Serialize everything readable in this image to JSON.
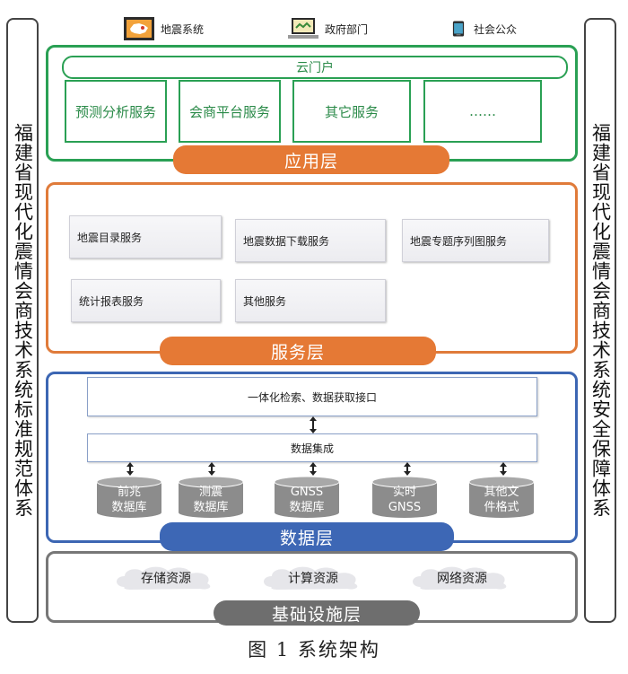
{
  "left_pillar": {
    "text": "福建省现代化震情会商技术系统标准规范体系"
  },
  "right_pillar": {
    "text": "福建省现代化震情会商技术系统安全保障体系"
  },
  "users": [
    {
      "label": "地震系统",
      "icon": "china-map-icon"
    },
    {
      "label": "政府部门",
      "icon": "laptop-icon"
    },
    {
      "label": "社会公众",
      "icon": "mobile-phone-icon"
    }
  ],
  "app_layer": {
    "label": "应用层",
    "portal": "云门户",
    "boxes": [
      "预测分析服务",
      "会商平台服务",
      "其它服务",
      "……"
    ]
  },
  "service_layer": {
    "label": "服务层",
    "boxes": [
      "地震目录服务",
      "地震数据下载服务",
      "地震专题序列图服务",
      "统计报表服务",
      "其他服务"
    ]
  },
  "data_layer": {
    "label": "数据层",
    "interface": "一体化检索、数据获取接口",
    "integration": "数据集成",
    "databases": [
      "前兆\n数据库",
      "测震\n数据库",
      "GNSS\n数据库",
      "实时\nGNSS",
      "其他文\n件格式"
    ]
  },
  "infra_layer": {
    "label": "基础设施层",
    "resources": [
      "存储资源",
      "计算资源",
      "网络资源"
    ]
  },
  "caption": "图 1  系统架构",
  "colors": {
    "app_green": "#2aa054",
    "service_orange": "#e57935",
    "data_blue": "#3d67b5",
    "infra_gray": "#6e6e6e"
  }
}
